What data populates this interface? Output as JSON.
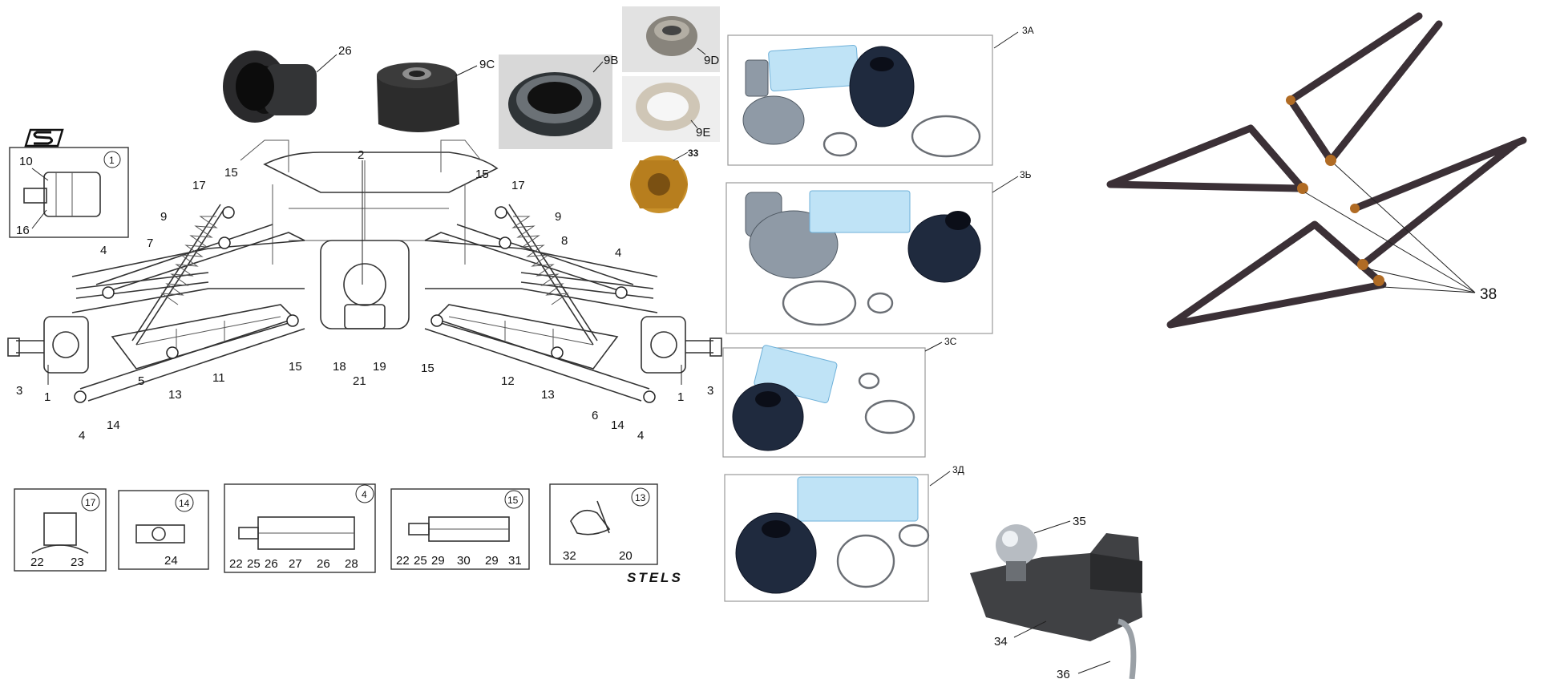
{
  "brand_logo_text": "STELS",
  "labels": {
    "main": [
      "1",
      "1",
      "2",
      "3",
      "3",
      "4",
      "4",
      "4",
      "4",
      "5",
      "6",
      "7",
      "8",
      "9",
      "9",
      "11",
      "12",
      "13",
      "13",
      "14",
      "14",
      "15",
      "15",
      "15",
      "15",
      "17",
      "17",
      "18",
      "19",
      "21"
    ],
    "detail_1": {
      "circle": "1",
      "parts": [
        "10",
        "16"
      ]
    },
    "detail_17": {
      "circle": "17",
      "parts": [
        "22",
        "23"
      ]
    },
    "detail_14": {
      "circle": "14",
      "parts": [
        "24"
      ]
    },
    "detail_4": {
      "circle": "4",
      "parts": [
        "22",
        "25",
        "26",
        "27",
        "26",
        "28"
      ]
    },
    "detail_15": {
      "circle": "15",
      "parts": [
        "22",
        "25",
        "29",
        "30",
        "29",
        "31"
      ]
    },
    "detail_13": {
      "circle": "13",
      "parts": [
        "32",
        "20"
      ]
    },
    "photos": [
      "26",
      "9C",
      "9B",
      "9D",
      "9E",
      "33"
    ],
    "kits": [
      "3A",
      "3Ь",
      "3C",
      "3Д"
    ],
    "arms": "38",
    "hitch": [
      "35",
      "34",
      "36"
    ]
  },
  "colors": {
    "ink": "#222222",
    "rubber": "#1f2a3e",
    "steel": "#8f9aa6",
    "bag": "#bfe3f6",
    "arm": "#3b3036",
    "gold": "#c8902a"
  }
}
